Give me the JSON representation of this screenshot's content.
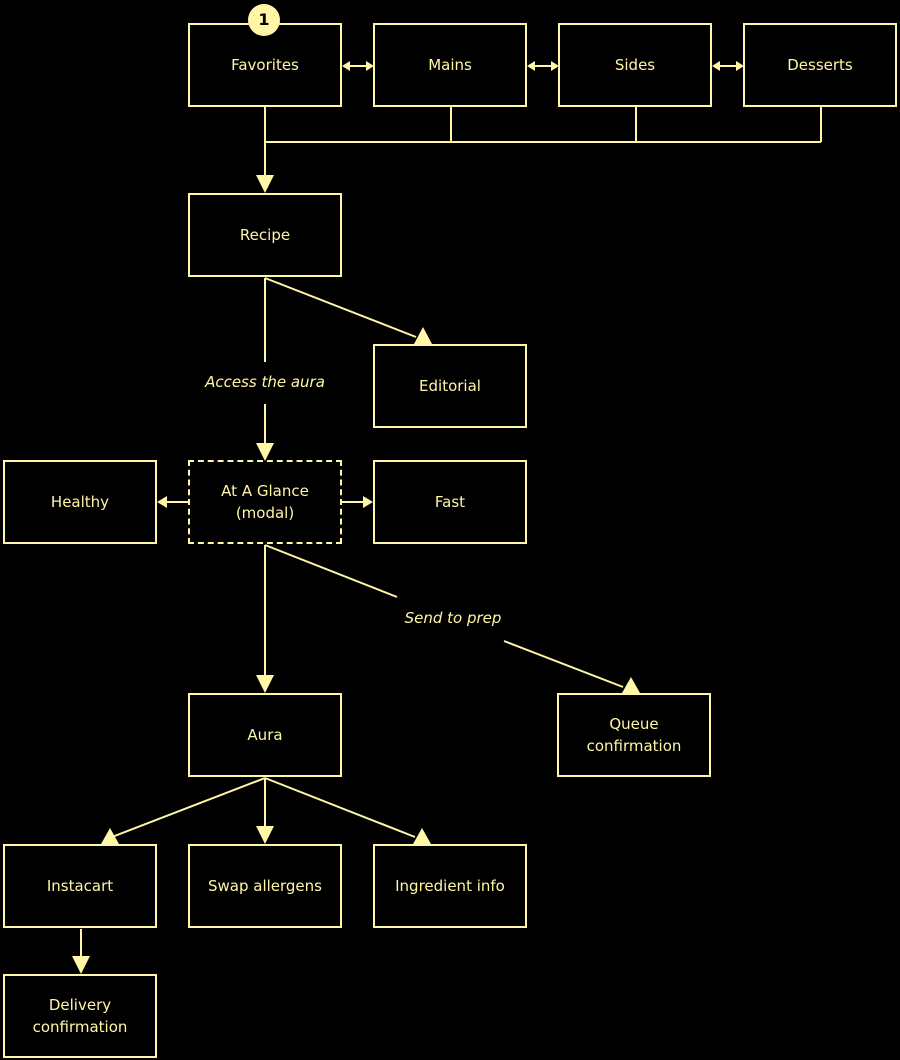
{
  "theme": {
    "background": "#000000",
    "line_color": "#fff6a6",
    "text_color": "#fff6a6"
  },
  "badge": {
    "label": "1"
  },
  "nav": {
    "favorites": "Favorites",
    "mains": "Mains",
    "sides": "Sides",
    "desserts": "Desserts"
  },
  "nodes": {
    "recipe": "Recipe",
    "editorial": "Editorial",
    "at_a_glance": "At A Glance\n(modal)",
    "healthy": "Healthy",
    "fast": "Fast",
    "aura": "Aura",
    "queue_confirmation": "Queue\nconfirmation",
    "instacart": "Instacart",
    "swap_allergens": "Swap allergens",
    "ingredient_info": "Ingredient info",
    "delivery_confirmation": "Delivery\nconfirmation"
  },
  "edge_labels": {
    "access_the_aura": "Access the aura",
    "send_to_prep": "Send to prep"
  }
}
